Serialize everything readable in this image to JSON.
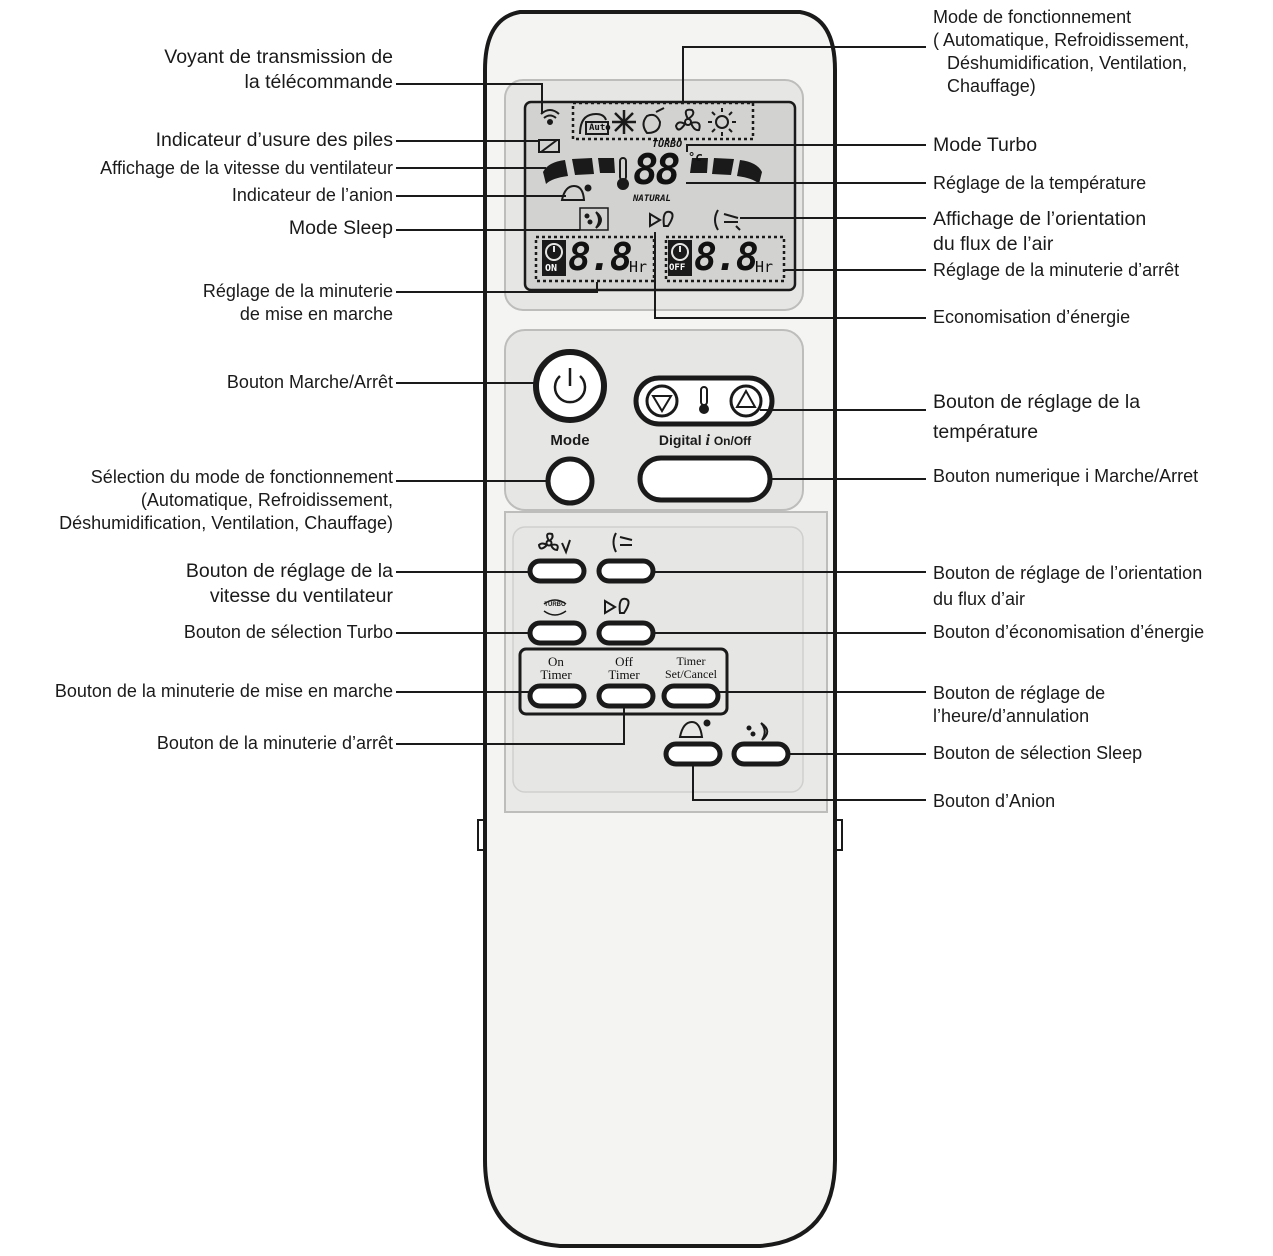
{
  "left_labels": {
    "transmission": [
      "Voyant de transmission de",
      "la télécommande"
    ],
    "battery": "Indicateur d’usure des piles",
    "fan_speed_display": "Affichage de la vitesse du ventilateur",
    "anion_indicator": "Indicateur de l’anion",
    "sleep_mode": "Mode Sleep",
    "on_timer_setting": [
      "Réglage de la minuterie",
      "de mise en marche"
    ],
    "power_button": "Bouton Marche/Arrêt",
    "mode_selection": [
      "Sélection du mode de fonctionnement",
      "(Automatique, Refroidissement,",
      "Déshumidification, Ventilation, Chauffage)"
    ],
    "fan_speed_button": [
      "Bouton de réglage de la",
      "vitesse du ventilateur"
    ],
    "turbo_button": "Bouton de sélection Turbo",
    "on_timer_button": "Bouton de la minuterie de mise en marche",
    "off_timer_button": "Bouton de la minuterie d’arrêt"
  },
  "right_labels": {
    "operating_mode": [
      "Mode de fonctionnement",
      "( Automatique, Refroidissement,",
      "Déshumidification, Ventilation,",
      "Chauffage)"
    ],
    "turbo_mode": "Mode Turbo",
    "temperature_setting": "Réglage de la température",
    "airflow_display": [
      "Affichage de l’orientation",
      "du flux de l’air"
    ],
    "off_timer_setting": "Réglage de la minuterie d’arrêt",
    "energy_saving": "Economisation d’énergie",
    "temp_button": [
      "Bouton de réglage de la",
      "température"
    ],
    "digital_i_button": "Bouton numerique i Marche/Arret",
    "airflow_button": [
      "Bouton de réglage de l’orientation",
      "du flux d’air"
    ],
    "energy_button": "Bouton d’économisation d’énergie",
    "timer_setcancel_button": [
      "Bouton de réglage de",
      "l’heure/d’annulation"
    ],
    "sleep_button": "Bouton de sélection Sleep",
    "anion_button": "Bouton d’Anion"
  },
  "remote": {
    "lcd_turbo": "TURBO",
    "lcd_temp": "88",
    "lcd_unit": "°c",
    "lcd_natural": "NATURAL",
    "lcd_auto": "Auto",
    "lcd_on_digits": "8.8",
    "lcd_off_digits": "8.8",
    "lcd_hr": "Hr",
    "lcd_on": "ON",
    "lcd_off": "OFF",
    "mode_label": "Mode",
    "digital_label": "Digital",
    "digital_i": "i",
    "onoff_label": "On/Off",
    "on_timer_label": [
      "On",
      "Timer"
    ],
    "off_timer_label": [
      "Off",
      "Timer"
    ],
    "timer_set_label": [
      "Timer",
      "Set/Cancel"
    ],
    "turbo_icon_text": "TURBO"
  },
  "colors": {
    "line": "#1a1a1a",
    "body_fill": "#f4f4f2",
    "panel_fill": "#e6e6e4",
    "lcd_fill": "#d2d2d0"
  }
}
